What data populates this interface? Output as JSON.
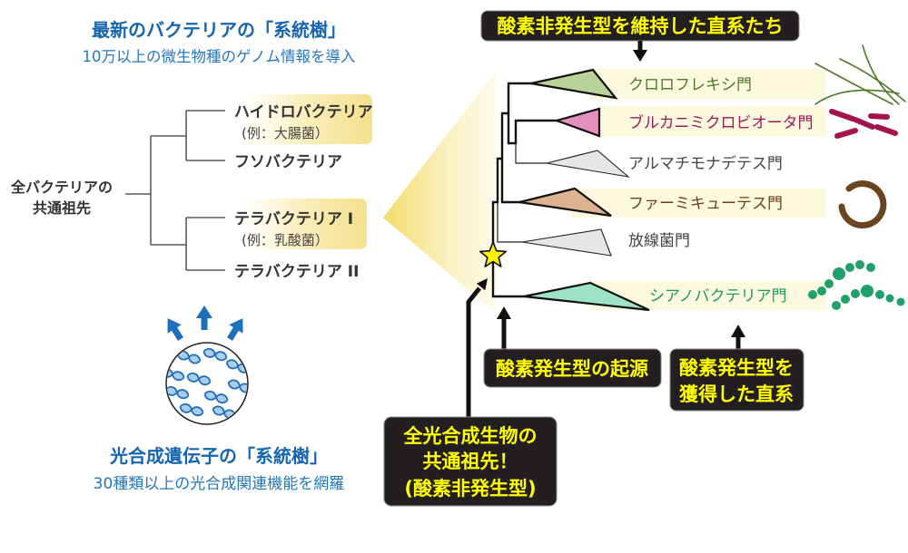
{
  "left_tree": {
    "title": "最新のバクテリアの「系統樹」",
    "subtitle": "10万以上の微生物種のゲノム情報を導入",
    "root_label": {
      "line1": "全バクテリアの",
      "line2": "共通祖先"
    },
    "leaves": [
      {
        "name": "ハイドロバクテリア",
        "example": "(例：大腸菌）"
      },
      {
        "name": "フソバクテリア"
      },
      {
        "name": "テラバクテリア I",
        "example": "(例：乳酸菌）"
      },
      {
        "name": "テラバクテリア II"
      }
    ],
    "highlight_color": "#f5e08c"
  },
  "gene_tree": {
    "title": "光合成遺伝子の「系統樹」",
    "subtitle": "30種類以上の光合成関連機能を網羅",
    "icon": "dna-sphere-icon",
    "accent_color": "#1b6fbc"
  },
  "phylogeny": {
    "phyla": [
      {
        "name": "クロロフレキシ門",
        "label_color": "#4e7a26",
        "clade_color": "#b8d396",
        "cell_icon": "filament-icon",
        "icon_color": "#4f7a25"
      },
      {
        "name": "ブルカニミクロビオータ門",
        "label_color": "#9c1b57",
        "clade_color": "#e590c1",
        "cell_icon": "rod-chain-icon",
        "icon_color": "#a3134f"
      },
      {
        "name": "アルマチモナデテス門",
        "label_color": "#444444",
        "clade_color": "#e6e6e6"
      },
      {
        "name": "ファーミキューテス門",
        "label_color": "#6b3e1a",
        "clade_color": "#dcb28f",
        "cell_icon": "curved-rod-icon",
        "icon_color": "#6b4420"
      },
      {
        "name": "放線菌門",
        "label_color": "#444444",
        "clade_color": "#e6e6e6"
      },
      {
        "name": "シアノバクテリア門",
        "label_color": "#1e9a5a",
        "clade_color": "#9ee3c5",
        "cell_icon": "cell-chain-icon",
        "icon_color": "#22a06b"
      }
    ],
    "ancestor_marker": "star-icon",
    "ancestor_color": "#fff200"
  },
  "callouts": {
    "anoxygenic_lineages": "酸素非発生型を維持した直系たち",
    "oxygenic_origin": "酸素発生型の起源",
    "oxygenic_lineage": {
      "line1": "酸素発生型を",
      "line2": "獲得した直系"
    },
    "common_ancestor": {
      "line1": "全光合成生物の",
      "line2": "共通祖先！",
      "line3": "(酸素非発生型)"
    },
    "text_color": "#ffff00",
    "box_color": "#231f20"
  }
}
